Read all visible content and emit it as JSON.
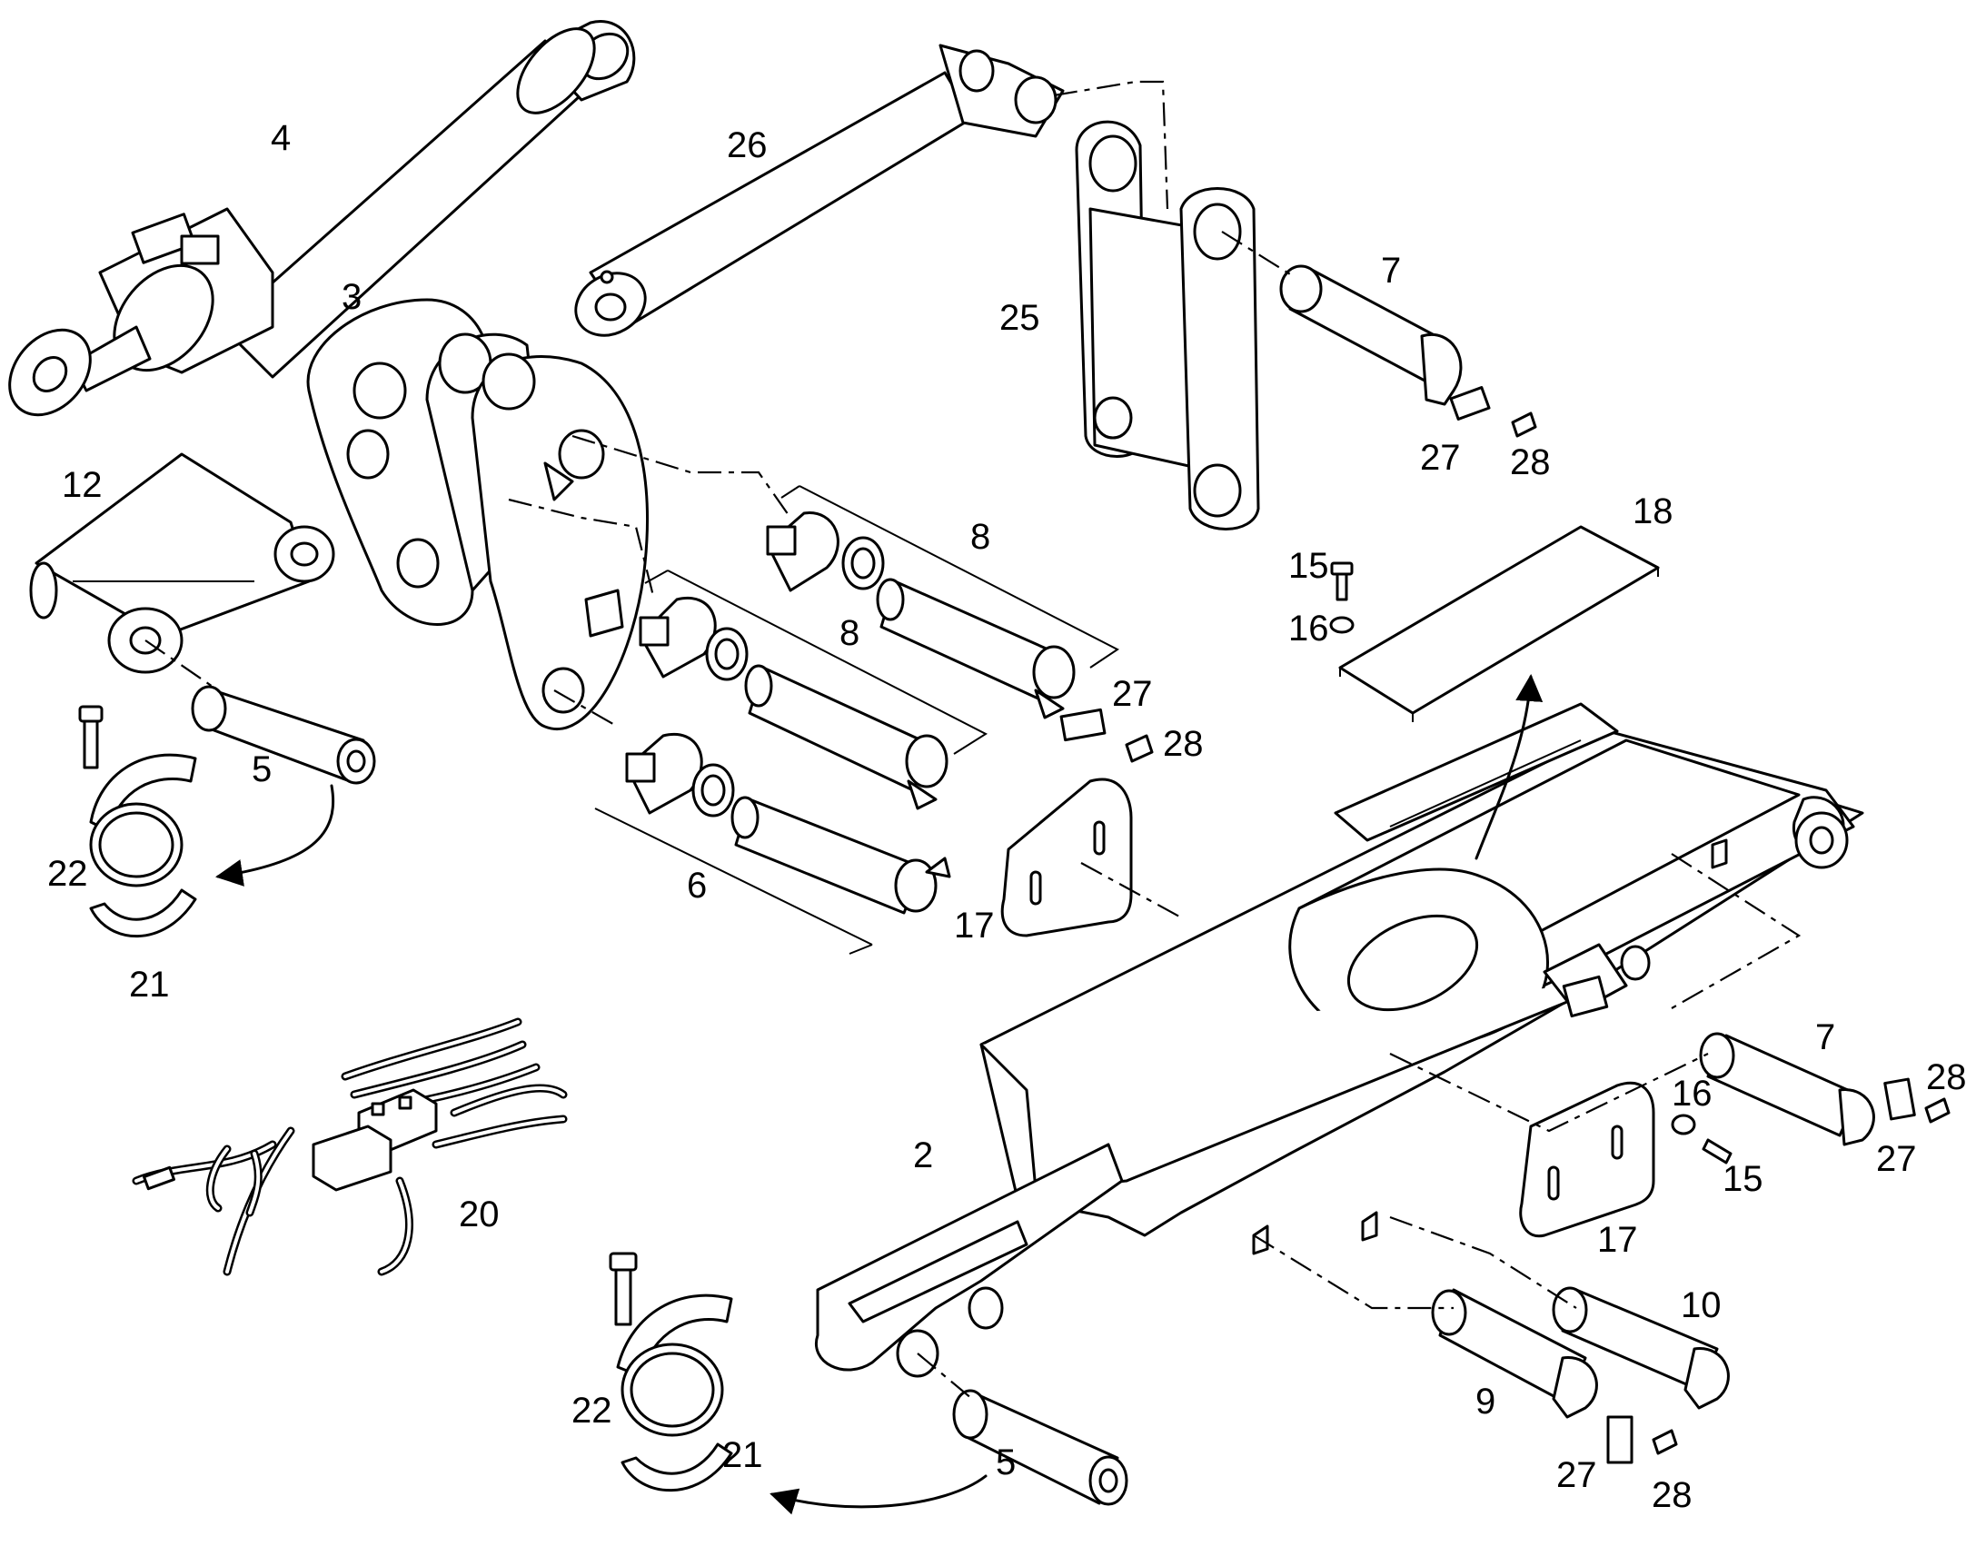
{
  "callouts": {
    "c2": "2",
    "c3": "3",
    "c4": "4",
    "c5a": "5",
    "c5b": "5",
    "c6": "6",
    "c7a": "7",
    "c7b": "7",
    "c8a": "8",
    "c8b": "8",
    "c9": "9",
    "c10": "10",
    "c12": "12",
    "c15a": "15",
    "c15b": "15",
    "c16a": "16",
    "c16b": "16",
    "c17a": "17",
    "c17b": "17",
    "c18": "18",
    "c20": "20",
    "c21a": "21",
    "c21b": "21",
    "c22a": "22",
    "c22b": "22",
    "c25": "25",
    "c26": "26",
    "c27a": "27",
    "c27b": "27",
    "c27c": "27",
    "c27d": "27",
    "c28a": "28",
    "c28b": "28",
    "c28c": "28",
    "c28d": "28"
  }
}
